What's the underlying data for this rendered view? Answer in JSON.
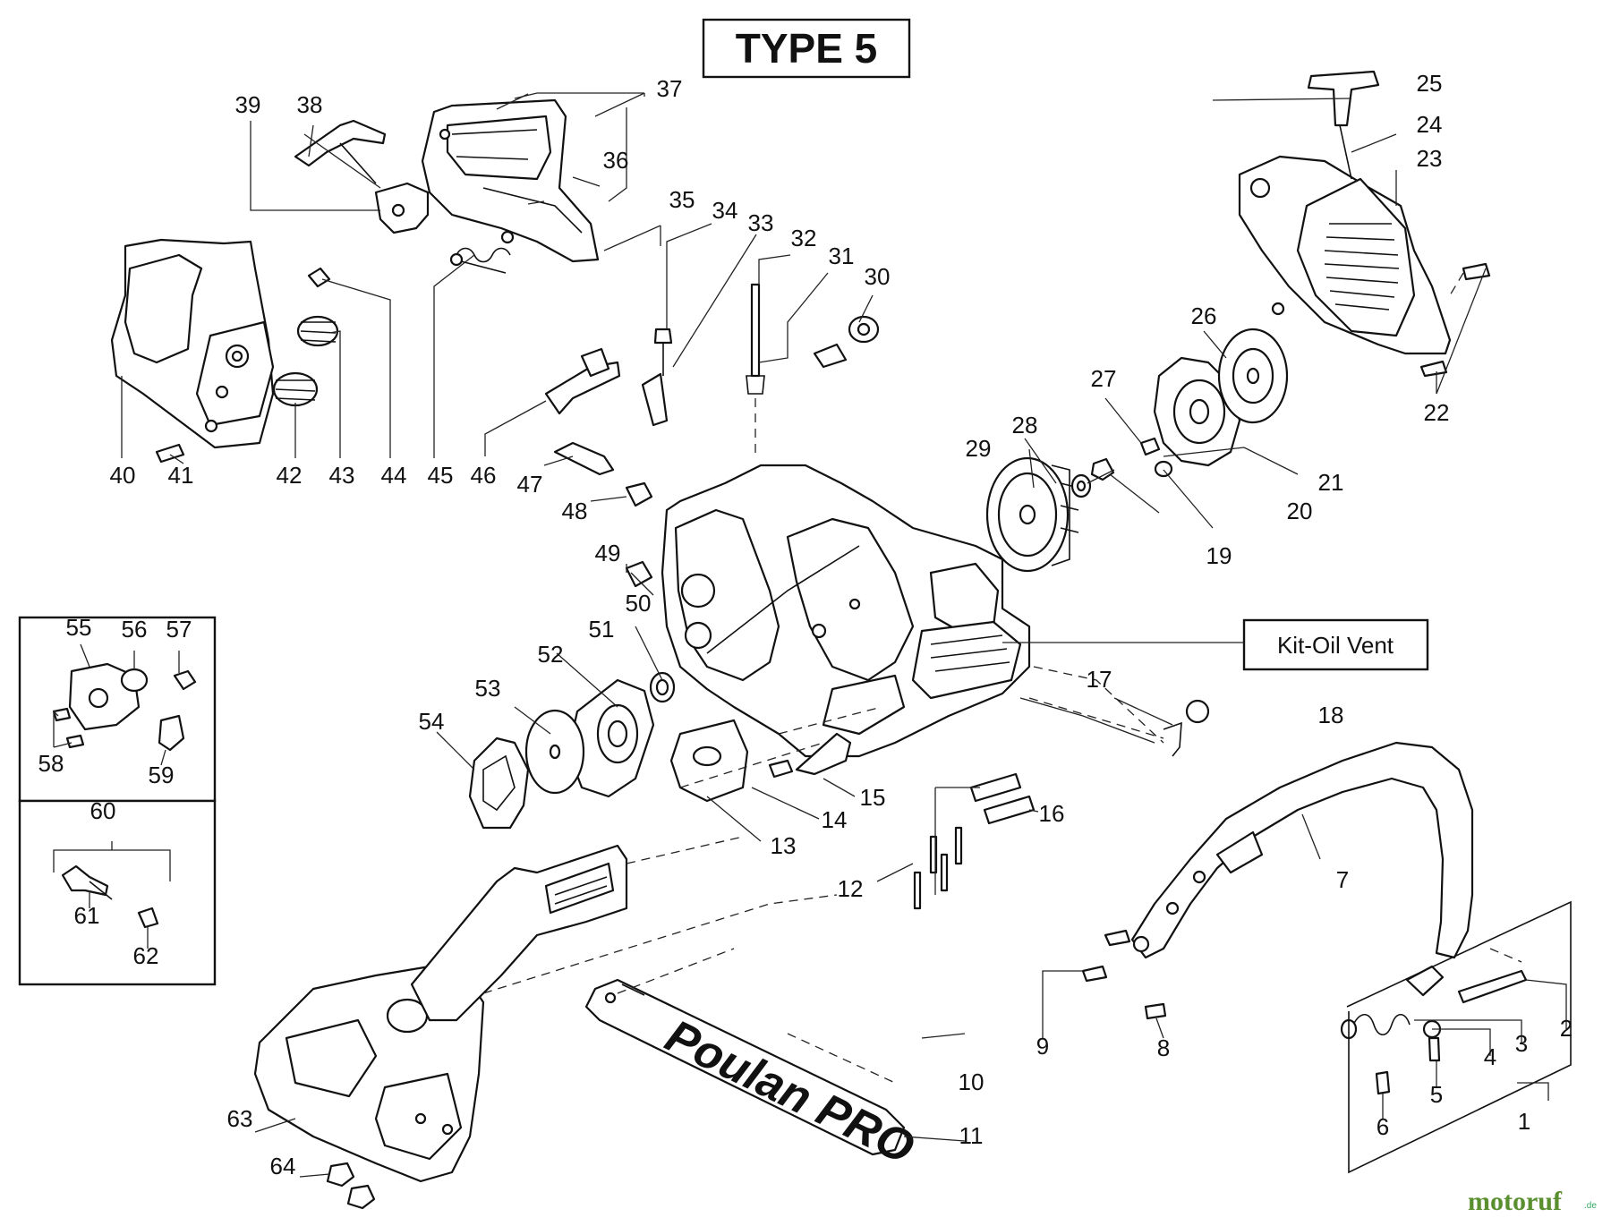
{
  "title": "TYPE 5",
  "kit_label": "Kit-Oil Vent",
  "brand_text": "Poulan PRO",
  "watermark": {
    "text": "motoruf",
    "suffix": ".de",
    "color": "#5a8f2f",
    "accent": "#c0392b"
  },
  "part_numbers": [
    "1",
    "2",
    "3",
    "4",
    "5",
    "6",
    "7",
    "8",
    "9",
    "10",
    "11",
    "12",
    "13",
    "14",
    "15",
    "16",
    "17",
    "18",
    "19",
    "20",
    "21",
    "22",
    "23",
    "24",
    "25",
    "26",
    "27",
    "28",
    "29",
    "30",
    "31",
    "32",
    "33",
    "34",
    "35",
    "36",
    "37",
    "38",
    "39",
    "40",
    "41",
    "42",
    "43",
    "44",
    "45",
    "46",
    "47",
    "48",
    "49",
    "50",
    "51",
    "52",
    "53",
    "54",
    "55",
    "56",
    "57",
    "58",
    "59",
    "60",
    "61",
    "62",
    "63",
    "64"
  ]
}
